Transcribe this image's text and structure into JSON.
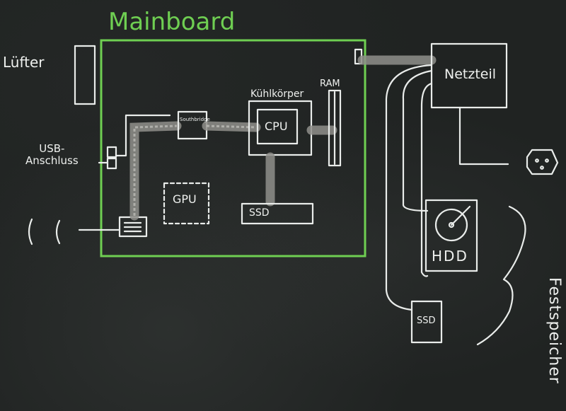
{
  "diagram": {
    "title": "Mainboard",
    "labels": {
      "fan": "Lüfter",
      "usb": "USB-\nAnschluss",
      "southbridge": "Southbridge",
      "heatsink": "Kühlkörper",
      "cpu": "CPU",
      "ram": "RAM",
      "gpu": "GPU",
      "ssd_onboard": "SSD",
      "psu": "Netzteil",
      "hdd": "HDD",
      "ssd_external": "SSD",
      "storage_group": "Festspeicher"
    },
    "colors": {
      "chalk": "#e9ecea",
      "mainboard_green": "#6fcf52",
      "board": "#202322"
    },
    "icons": [
      "power-socket-icon",
      "wifi-arc-icon",
      "network-jack-icon"
    ]
  }
}
